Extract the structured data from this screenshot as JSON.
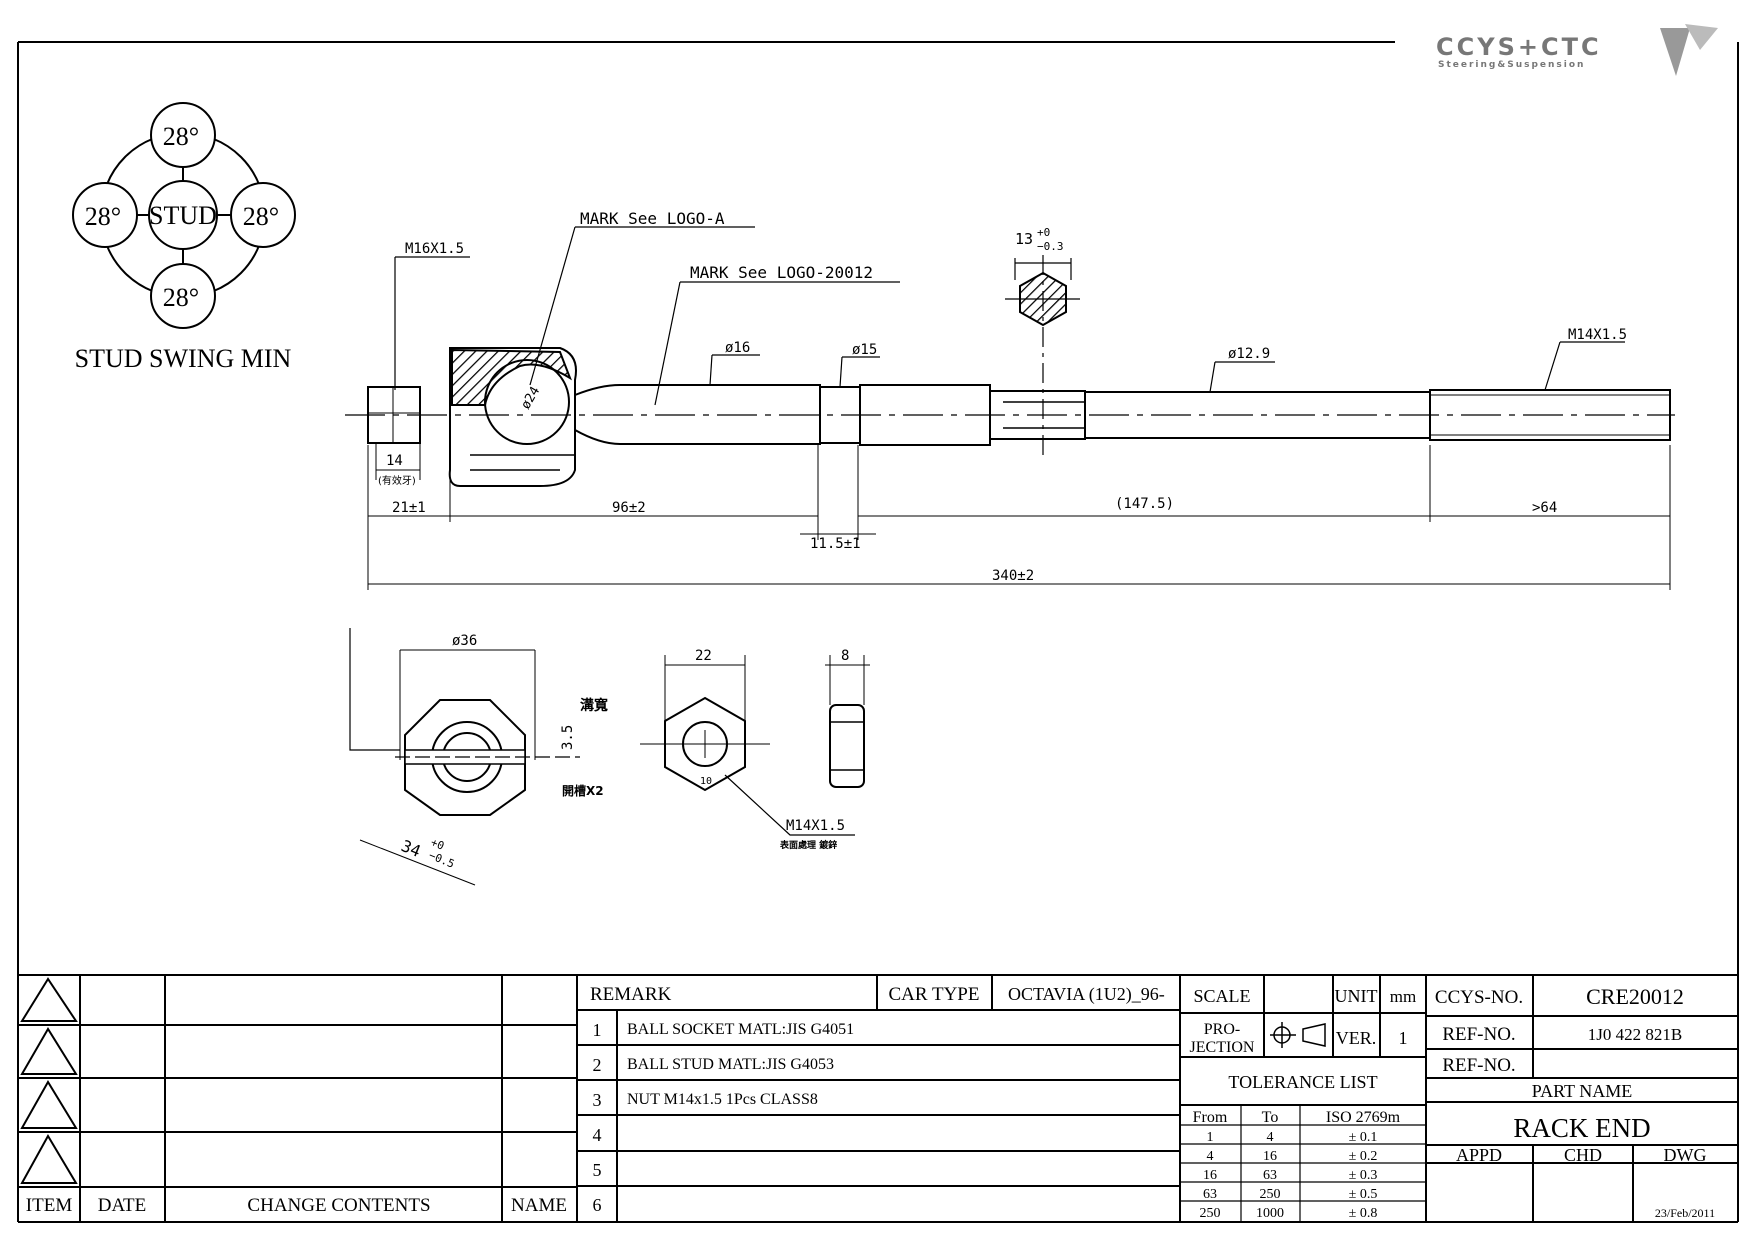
{
  "logo": {
    "name": "CCYS+CTC",
    "tagline": "Steering&Suspension"
  },
  "stud_swing": {
    "center": "STUD",
    "angles": [
      "28°",
      "28°",
      "28°",
      "28°"
    ],
    "caption": "STUD SWING MIN"
  },
  "callouts": {
    "mark_a": "MARK See LOGO-A",
    "mark_b": "MARK See LOGO-20012",
    "thread_left": "M16X1.5",
    "thread_right": "M14X1.5",
    "dia16": "ø16",
    "dia15": "ø15",
    "dia129": "ø12.9",
    "dia24": "ø24",
    "hex_width_top": "13",
    "hex_tol_plus": "+0",
    "hex_tol_minus": "−0.3",
    "len14": "14",
    "len14_note": "(有效牙)"
  },
  "dimensions": {
    "d21": "21±1",
    "d96": "96±2",
    "d115": "11.5±1",
    "d1475": "(147.5)",
    "d64": ">64",
    "d340": "340±2"
  },
  "nut_views": {
    "castle_dia": "ø36",
    "slot_label": "溝寬",
    "slot_value": "3.5",
    "slot_count": "開槽X2",
    "across_flats": "34",
    "af_tol_plus": "+0",
    "af_tol_minus": "−0.5",
    "hex_nut_width": "22",
    "hex_nut_small": "10",
    "nut_thread": "M14X1.5",
    "nut_note": "表面處理 鍍鋅",
    "nut_thickness": "8"
  },
  "title_block": {
    "revision_headers": {
      "item": "ITEM",
      "date": "DATE",
      "change": "CHANGE CONTENTS",
      "name": "NAME"
    },
    "remark_label": "REMARK",
    "car_type_label": "CAR TYPE",
    "car_type_value": "OCTAVIA (1U2)_96-",
    "remarks": [
      {
        "no": "1",
        "text": "BALL SOCKET MATL:JIS G4051"
      },
      {
        "no": "2",
        "text": "BALL STUD MATL:JIS G4053"
      },
      {
        "no": "3",
        "text": "NUT M14x1.5 1Pcs CLASS8"
      },
      {
        "no": "4",
        "text": ""
      },
      {
        "no": "5",
        "text": ""
      },
      {
        "no": "6",
        "text": ""
      }
    ],
    "scale_label": "SCALE",
    "scale_value": "",
    "unit_label": "UNIT",
    "unit_value": "mm",
    "projection_label_1": "PRO-",
    "projection_label_2": "JECTION",
    "ver_label": "VER.",
    "ver_value": "1",
    "tolerance_title": "TOLERANCE LIST",
    "tolerance_headers": {
      "from": "From",
      "to": "To",
      "iso": "ISO 2769m"
    },
    "tolerances": [
      {
        "from": "1",
        "to": "4",
        "tol": "± 0.1"
      },
      {
        "from": "4",
        "to": "16",
        "tol": "± 0.2"
      },
      {
        "from": "16",
        "to": "63",
        "tol": "± 0.3"
      },
      {
        "from": "63",
        "to": "250",
        "tol": "± 0.5"
      },
      {
        "from": "250",
        "to": "1000",
        "tol": "± 0.8"
      }
    ],
    "ccys_no_label": "CCYS-NO.",
    "ccys_no_value": "CRE20012",
    "ref_no_label": "REF-NO.",
    "ref_no_value": "1J0 422 821B",
    "ref_no2_label": "REF-NO.",
    "ref_no2_value": "",
    "part_name_label": "PART NAME",
    "part_name_value": "RACK END",
    "appd_label": "APPD",
    "chd_label": "CHD",
    "dwg_label": "DWG",
    "date_value": "23/Feb/2011"
  }
}
